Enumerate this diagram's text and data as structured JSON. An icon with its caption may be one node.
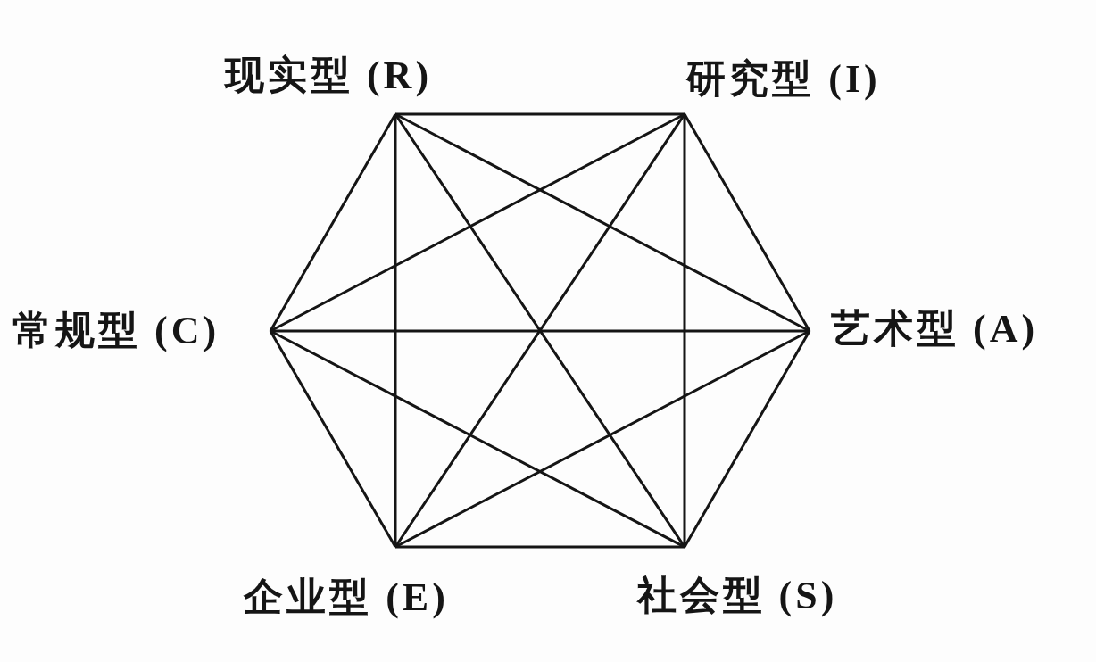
{
  "diagram": {
    "nodes": [
      {
        "text": [
          "现实型 (R)"
        ]
      },
      {
        "text": [
          "研究型 (I)"
        ]
      },
      {
        "text": [
          "常规型 (C)"
        ]
      },
      {
        "text": [
          "艺术型 (A)"
        ]
      },
      {
        "text": [
          "企业型 (E)"
        ]
      },
      {
        "text": [
          "社会型 (S)"
        ]
      }
    ],
    "edges": [
      {
        "from": 0,
        "to": 1,
        "arrow": "none"
      },
      {
        "from": 1,
        "to": 3,
        "arrow": "none"
      },
      {
        "from": 3,
        "to": 5,
        "arrow": "none"
      },
      {
        "from": 5,
        "to": 4,
        "arrow": "none"
      },
      {
        "from": 4,
        "to": 2,
        "arrow": "none"
      },
      {
        "from": 2,
        "to": 0,
        "arrow": "none"
      },
      {
        "from": 0,
        "to": 3,
        "arrow": "none"
      },
      {
        "from": 0,
        "to": 5,
        "arrow": "none"
      },
      {
        "from": 0,
        "to": 4,
        "arrow": "none"
      },
      {
        "from": 1,
        "to": 2,
        "arrow": "none"
      },
      {
        "from": 1,
        "to": 4,
        "arrow": "none"
      },
      {
        "from": 1,
        "to": 5,
        "arrow": "none"
      },
      {
        "from": 2,
        "to": 3,
        "arrow": "none"
      },
      {
        "from": 2,
        "to": 5,
        "arrow": "none"
      },
      {
        "from": 4,
        "to": 3,
        "arrow": "none"
      }
    ]
  }
}
